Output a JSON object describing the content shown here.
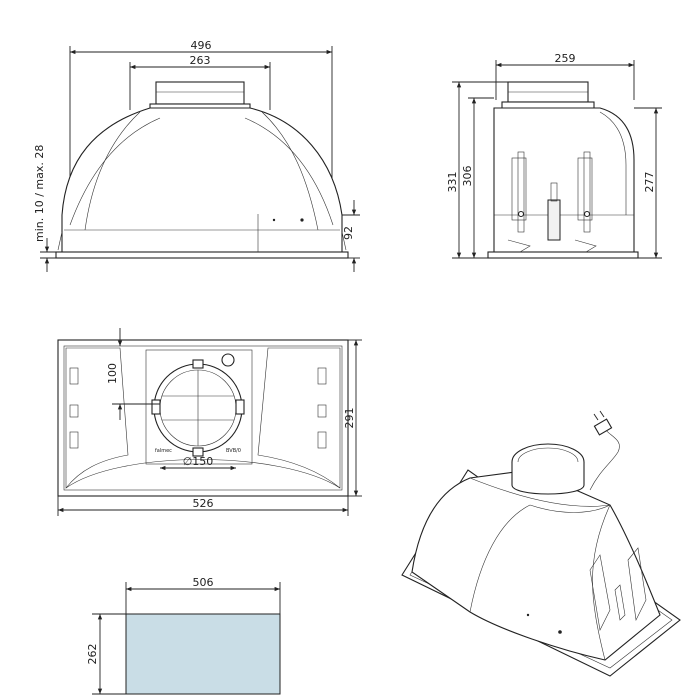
{
  "front_view": {
    "width_total": "496",
    "width_top": "263",
    "height_range": "min. 10 / max. 28",
    "height_lower": "92"
  },
  "side_view": {
    "depth_top": "259",
    "height_total": "331",
    "height_body": "306",
    "height_right": "277"
  },
  "top_view": {
    "offset": "100",
    "depth": "291",
    "width": "526",
    "outlet_diameter": "∅150",
    "brand_mark": "falmec",
    "model_mark": "BVB/0"
  },
  "cutout": {
    "width": "506",
    "height": "262",
    "fill_color": "#c9dde6"
  }
}
